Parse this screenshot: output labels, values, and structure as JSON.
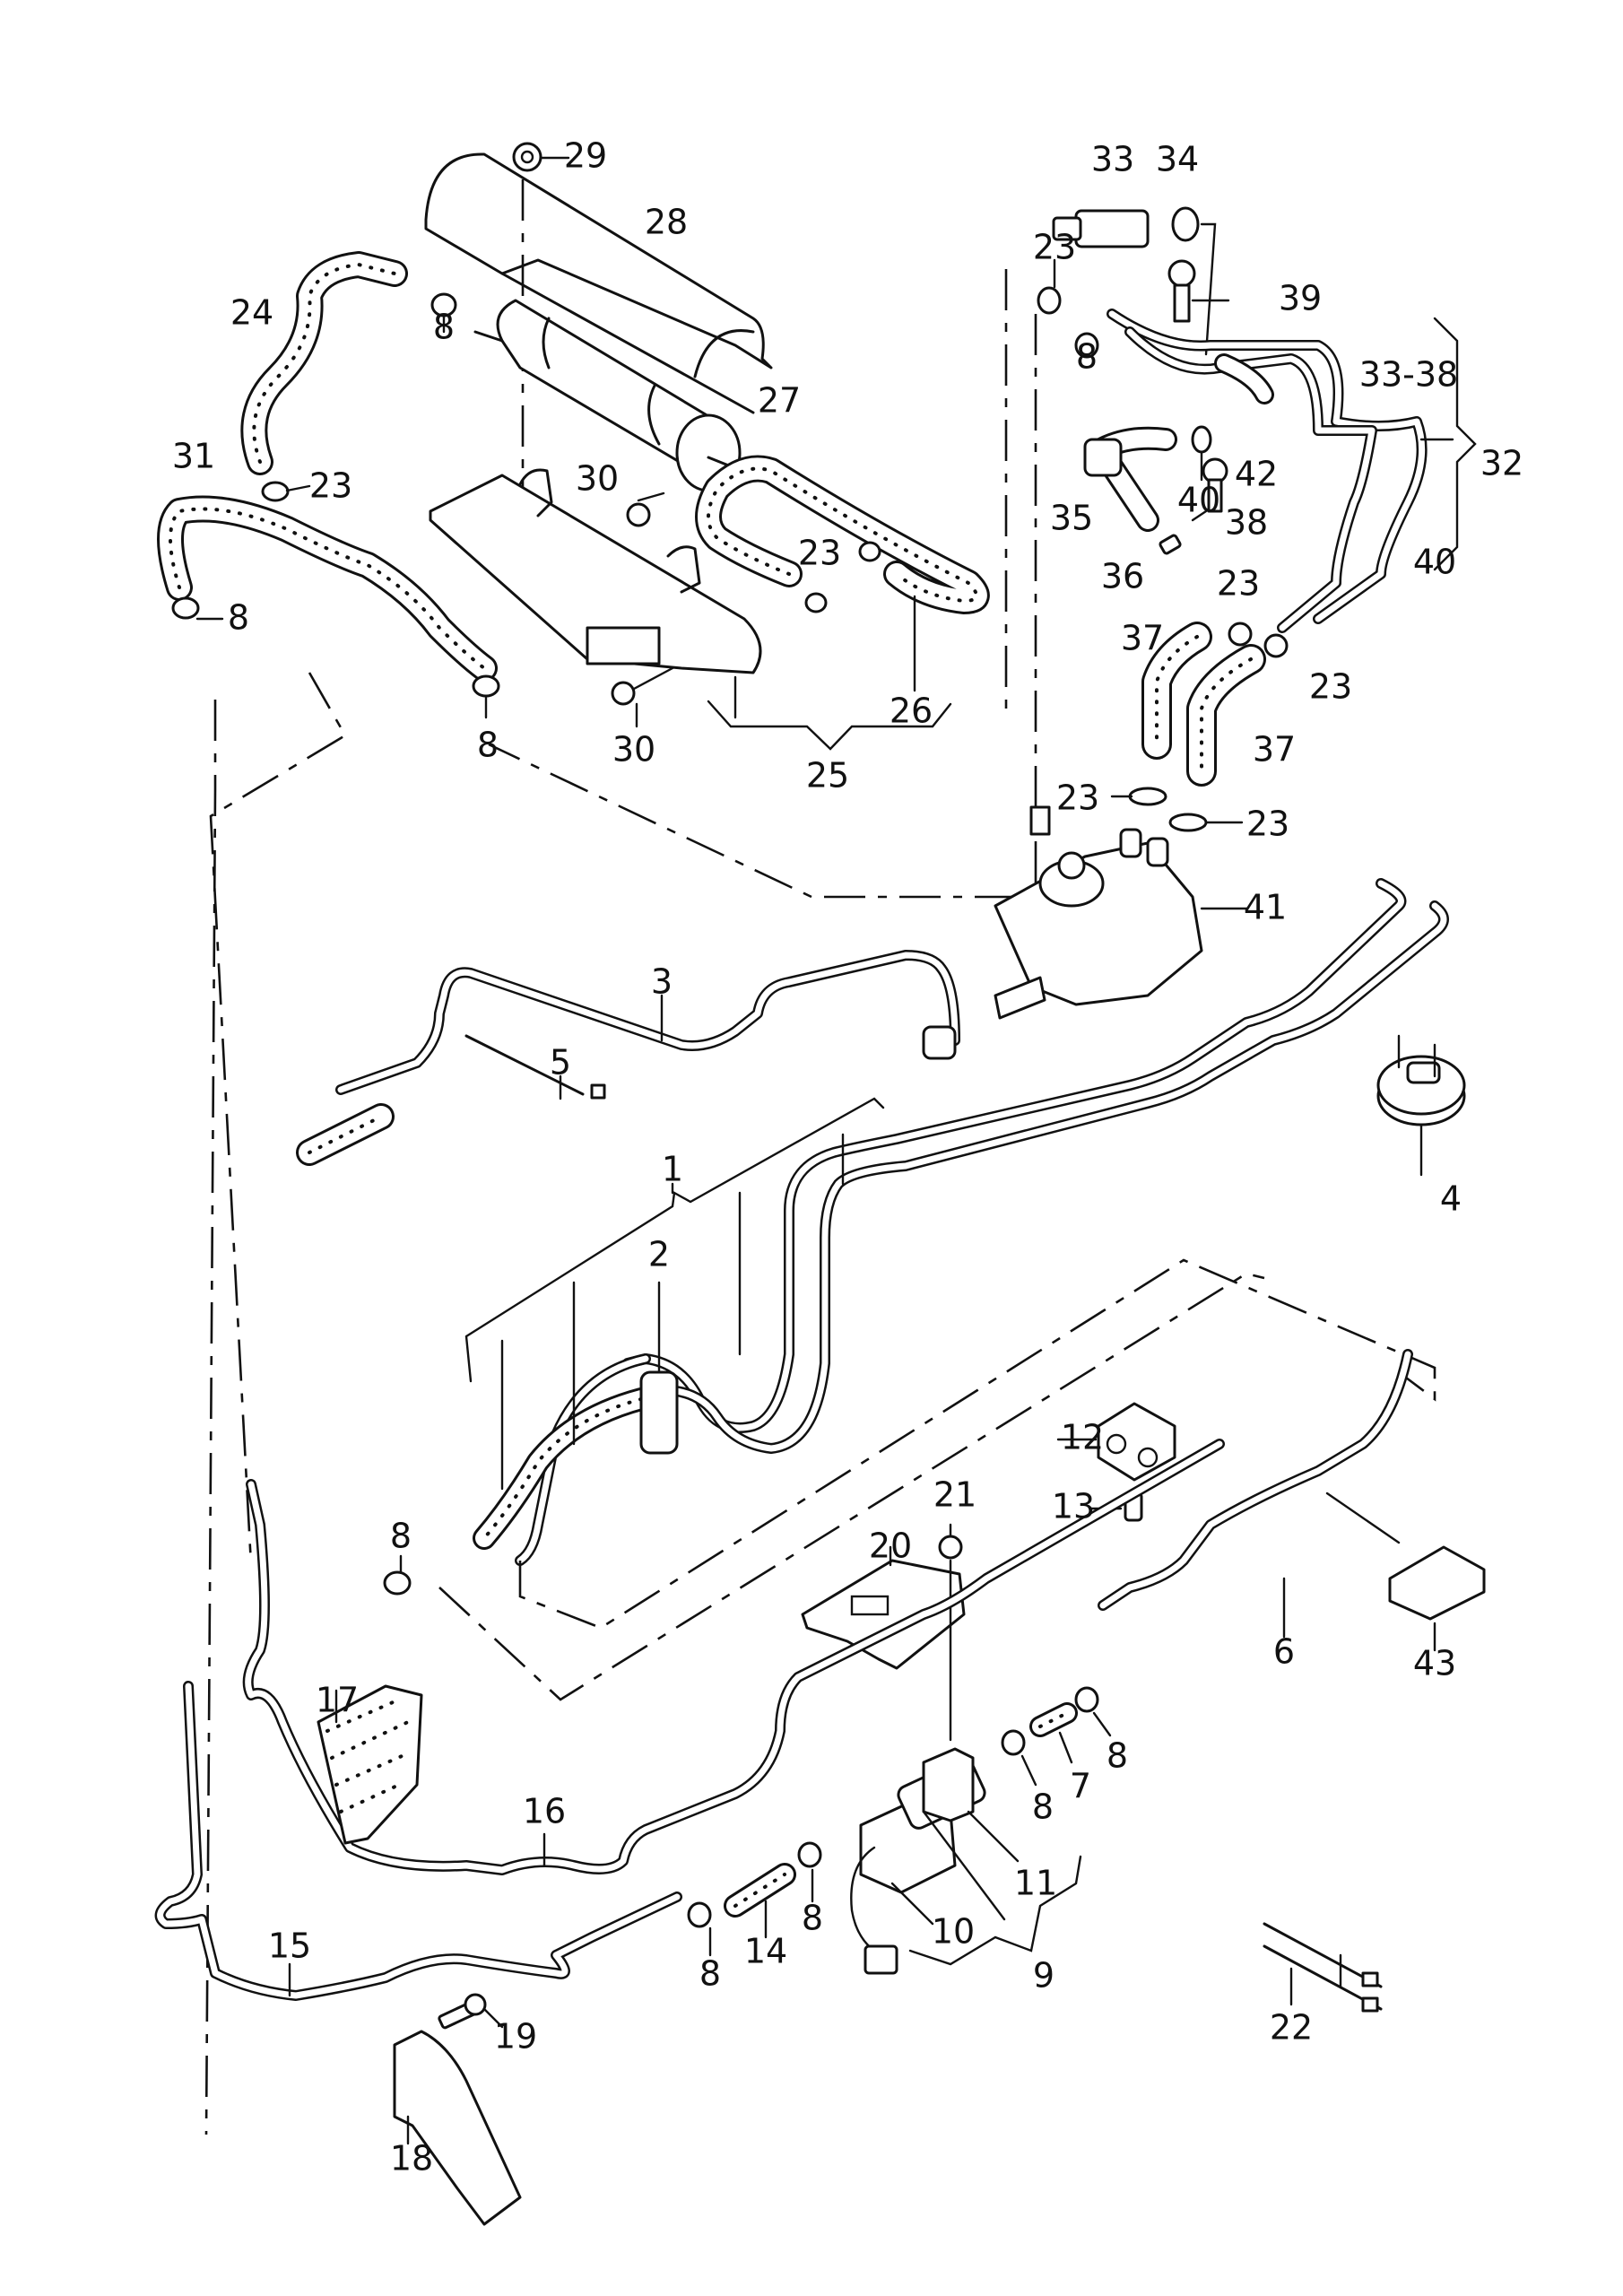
{
  "diagram": {
    "title": "Fuel system exploded parts diagram",
    "background": "#ffffff",
    "line_color": "#111111",
    "callouts": [
      {
        "id": "c29",
        "text": "29"
      },
      {
        "id": "c28",
        "text": "28"
      },
      {
        "id": "c24",
        "text": "24"
      },
      {
        "id": "c8a",
        "text": "8"
      },
      {
        "id": "c27",
        "text": "27"
      },
      {
        "id": "c31",
        "text": "31"
      },
      {
        "id": "c23a",
        "text": "23"
      },
      {
        "id": "c30a",
        "text": "30"
      },
      {
        "id": "c8b",
        "text": "8"
      },
      {
        "id": "c23b",
        "text": "23"
      },
      {
        "id": "c26",
        "text": "26"
      },
      {
        "id": "c8c",
        "text": "8"
      },
      {
        "id": "c30b",
        "text": "30"
      },
      {
        "id": "c25",
        "text": "25"
      },
      {
        "id": "c33",
        "text": "33"
      },
      {
        "id": "c34",
        "text": "34"
      },
      {
        "id": "c23c",
        "text": "23"
      },
      {
        "id": "c39",
        "text": "39"
      },
      {
        "id": "c8d",
        "text": "8"
      },
      {
        "id": "c33_38",
        "text": "33-38"
      },
      {
        "id": "c32",
        "text": "32"
      },
      {
        "id": "c42",
        "text": "42"
      },
      {
        "id": "c40a",
        "text": "40"
      },
      {
        "id": "c38",
        "text": "38"
      },
      {
        "id": "c35",
        "text": "35"
      },
      {
        "id": "c40b",
        "text": "40"
      },
      {
        "id": "c36",
        "text": "36"
      },
      {
        "id": "c23d",
        "text": "23"
      },
      {
        "id": "c37a",
        "text": "37"
      },
      {
        "id": "c23e",
        "text": "23"
      },
      {
        "id": "c37b",
        "text": "37"
      },
      {
        "id": "c23f",
        "text": "23"
      },
      {
        "id": "c23g",
        "text": "23"
      },
      {
        "id": "c41",
        "text": "41"
      },
      {
        "id": "c4",
        "text": "4"
      },
      {
        "id": "c3",
        "text": "3"
      },
      {
        "id": "c5",
        "text": "5"
      },
      {
        "id": "c1",
        "text": "1"
      },
      {
        "id": "c2",
        "text": "2"
      },
      {
        "id": "c12",
        "text": "12"
      },
      {
        "id": "c13",
        "text": "13"
      },
      {
        "id": "c21",
        "text": "21"
      },
      {
        "id": "c20",
        "text": "20"
      },
      {
        "id": "c6",
        "text": "6"
      },
      {
        "id": "c43",
        "text": "43"
      },
      {
        "id": "c8e",
        "text": "8"
      },
      {
        "id": "c17",
        "text": "17"
      },
      {
        "id": "c16",
        "text": "16"
      },
      {
        "id": "c8f",
        "text": "8"
      },
      {
        "id": "c7",
        "text": "7"
      },
      {
        "id": "c8g",
        "text": "8"
      },
      {
        "id": "c11",
        "text": "11"
      },
      {
        "id": "c10",
        "text": "10"
      },
      {
        "id": "c9",
        "text": "9"
      },
      {
        "id": "c8h",
        "text": "8"
      },
      {
        "id": "c14",
        "text": "14"
      },
      {
        "id": "c8i",
        "text": "8"
      },
      {
        "id": "c15",
        "text": "15"
      },
      {
        "id": "c19",
        "text": "19"
      },
      {
        "id": "c18",
        "text": "18"
      },
      {
        "id": "c22",
        "text": "22"
      }
    ]
  }
}
